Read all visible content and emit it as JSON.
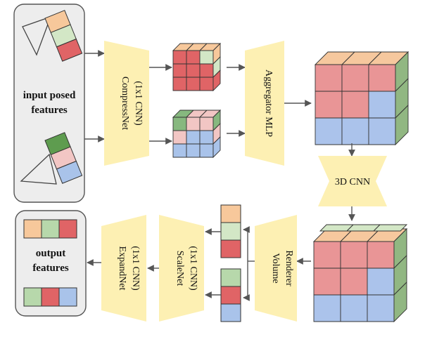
{
  "colors": {
    "block_fill": "#fdf0b3",
    "panel_fill": "#ededed",
    "panel_stroke": "#555555",
    "red": "#e06466",
    "pink": "#f2c6c4",
    "green": "#87b87f",
    "light_green": "#d3e7c6",
    "orange": "#f7c89b",
    "blue": "#a9c3ea",
    "big_red": "#e99596",
    "big_blue": "#abc3eb",
    "big_orange": "#f6c89e",
    "big_green": "#91b782",
    "arrow": "#555555"
  },
  "diagram": {
    "input_panel": {
      "label_line1": "input posed",
      "label_line2": "features"
    },
    "output_panel": {
      "label_line1": "output",
      "label_line2": "features"
    },
    "compressnet": {
      "line1": "CompressNet",
      "line2": "(1x1 CNN)"
    },
    "aggregator": {
      "line1": "Aggregator MLP"
    },
    "cnn3d": {
      "line1": "3D CNN"
    },
    "volume_renderer": {
      "line1": "Volume",
      "line2": "Renderer"
    },
    "scalenet": {
      "line1": "ScaleNet",
      "line2": "(1x1 CNN)"
    },
    "expandnet": {
      "line1": "ExpandNet",
      "line2": "(1x1 CNN)"
    }
  }
}
